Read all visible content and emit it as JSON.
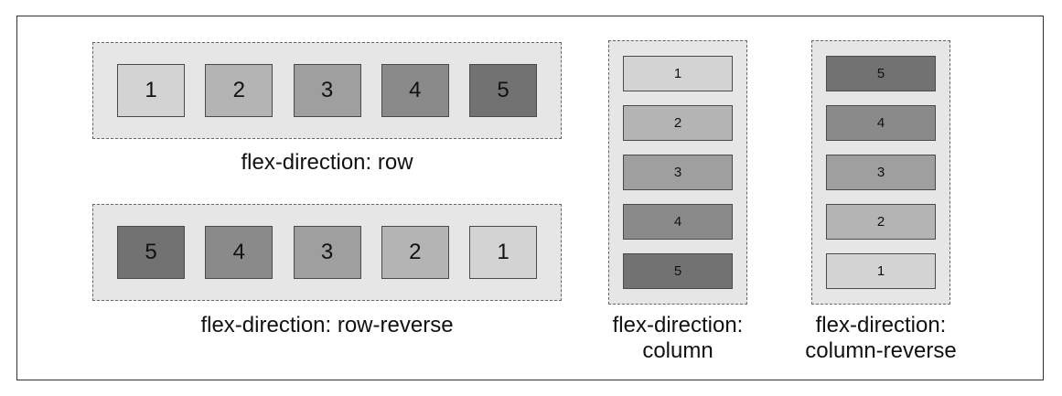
{
  "diagrams": {
    "row": {
      "items": [
        "1",
        "2",
        "3",
        "4",
        "5"
      ],
      "caption": "flex-direction: row"
    },
    "row_reverse": {
      "items": [
        "5",
        "4",
        "3",
        "2",
        "1"
      ],
      "caption": "flex-direction: row-reverse"
    },
    "column": {
      "items": [
        "1",
        "2",
        "3",
        "4",
        "5"
      ],
      "caption_line1": "flex-direction:",
      "caption_line2": "column"
    },
    "column_reverse": {
      "items": [
        "5",
        "4",
        "3",
        "2",
        "1"
      ],
      "caption_line1": "flex-direction:",
      "caption_line2": "column-reverse"
    }
  },
  "colors": {
    "container_fill": "#e6e6e6",
    "item_shade_1": "#d3d3d3",
    "item_shade_2": "#b4b4b4",
    "item_shade_3": "#9f9f9f",
    "item_shade_4": "#8a8a8a",
    "item_shade_5": "#727272"
  }
}
